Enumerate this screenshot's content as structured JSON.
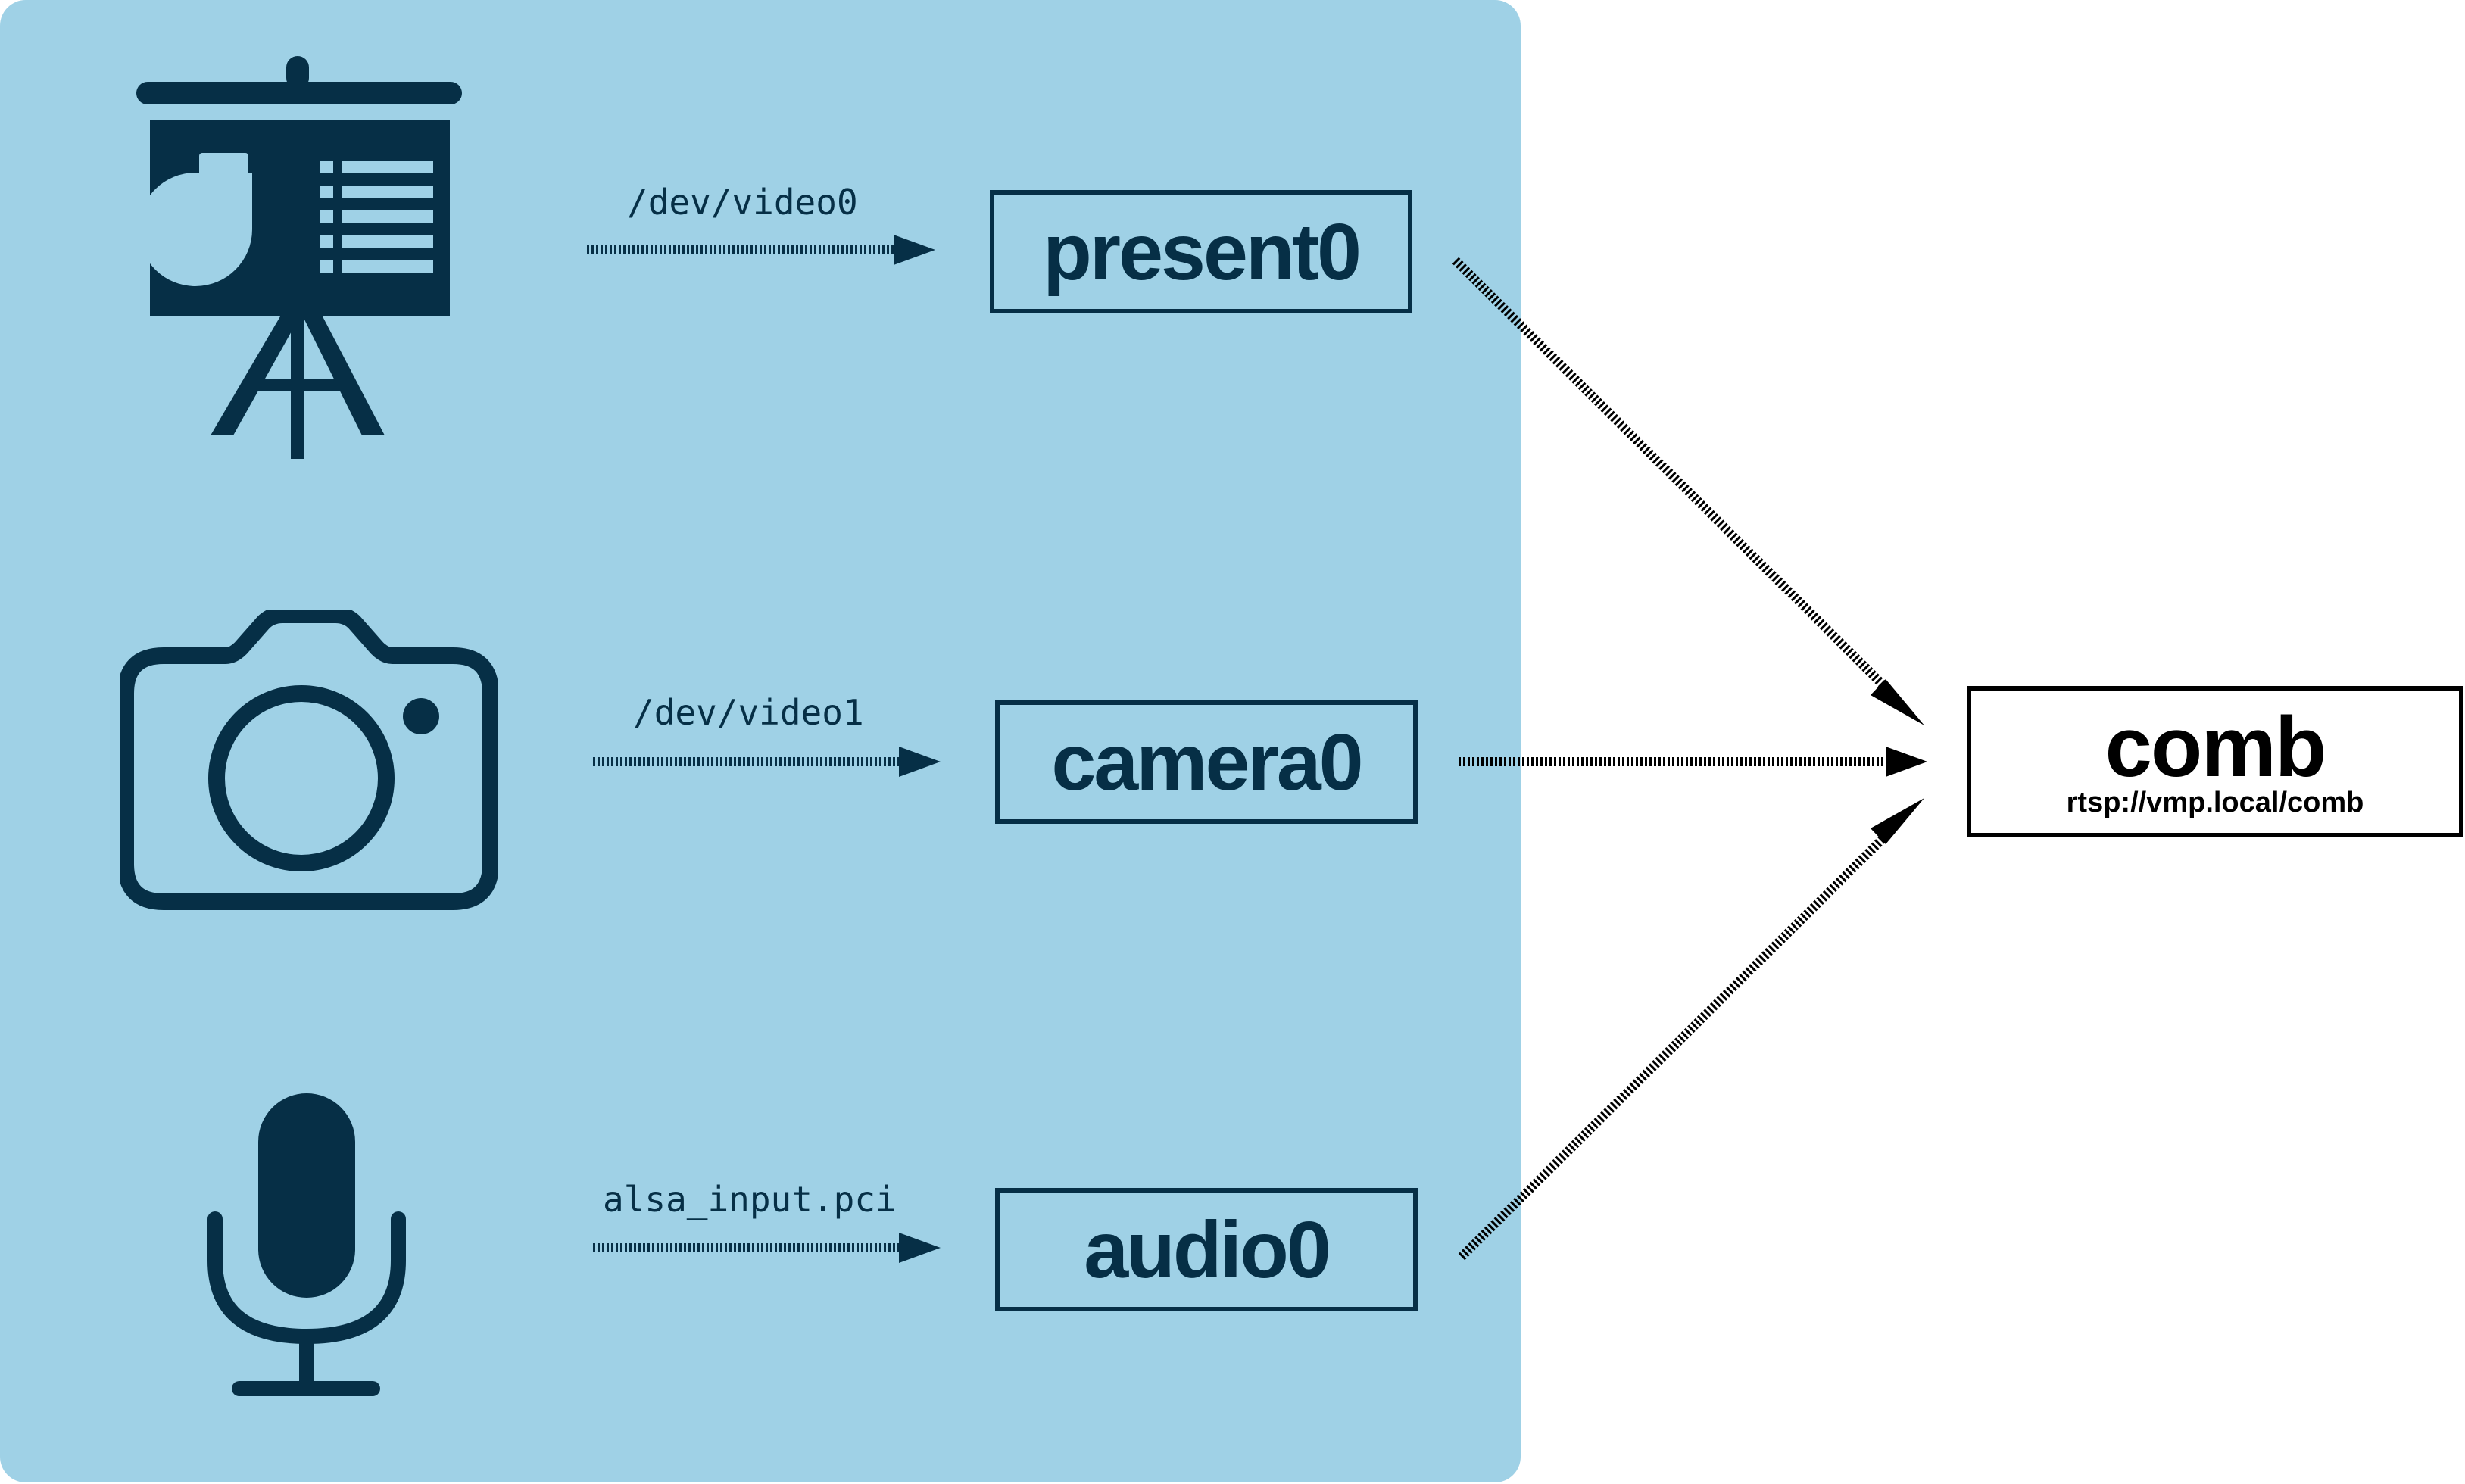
{
  "sources": [
    {
      "id": "present0",
      "icon": "presentation-easel-icon",
      "device": "/dev/video0",
      "label": "present0"
    },
    {
      "id": "camera0",
      "icon": "camera-icon",
      "device": "/dev/video1",
      "label": "camera0"
    },
    {
      "id": "audio0",
      "icon": "microphone-icon",
      "device": "alsa_input.pci",
      "label": "audio0"
    }
  ],
  "output": {
    "title": "comb",
    "url": "rtsp://vmp.local/comb"
  },
  "colors": {
    "panel": "#9fd1e6",
    "ink": "#062f46",
    "output_ink": "#000000",
    "background": "#ffffff"
  }
}
